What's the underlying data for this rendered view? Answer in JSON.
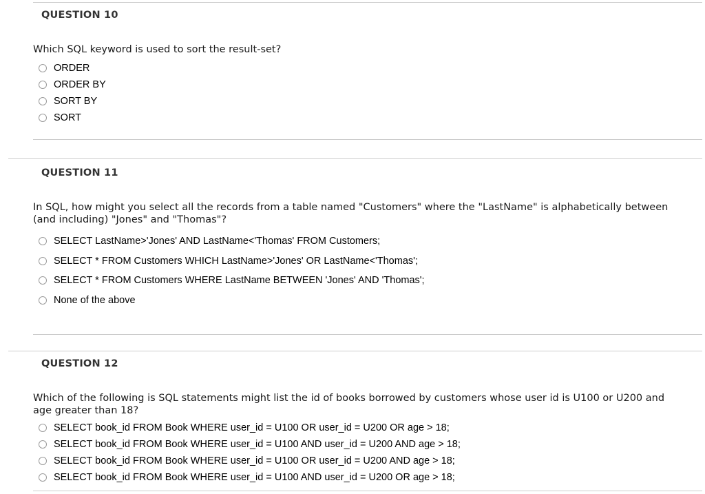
{
  "colors": {
    "background": "#ffffff",
    "divider": "#cccccc",
    "heading_text": "#333333",
    "body_text": "#1a1a1a",
    "option_text": "#000000",
    "radio_border": "#9a9a9a"
  },
  "questions": [
    {
      "heading": "QUESTION 10",
      "text": "Which SQL keyword is used to sort the result-set?",
      "options": [
        "ORDER",
        "ORDER BY",
        "SORT BY",
        "SORT"
      ]
    },
    {
      "heading": "QUESTION 11",
      "text": "In SQL, how might you select all the records from a table named \"Customers\" where the \"LastName\" is alphabetically between (and including) \"Jones\" and \"Thomas\"?",
      "options": [
        "SELECT LastName>'Jones' AND LastName<'Thomas' FROM Customers;",
        "SELECT * FROM Customers WHICH LastName>'Jones' OR LastName<'Thomas';",
        "SELECT * FROM Customers WHERE LastName BETWEEN 'Jones' AND 'Thomas';",
        "None of the above"
      ]
    },
    {
      "heading": "QUESTION 12",
      "text": "Which of the following is SQL statements might list the id of books borrowed by customers whose user id is U100 or U200 and age greater than 18?",
      "options": [
        "SELECT book_id FROM Book WHERE user_id = U100 OR user_id = U200 OR age > 18;",
        "SELECT book_id FROM Book WHERE user_id = U100 AND user_id = U200 AND age > 18;",
        "SELECT book_id FROM Book WHERE user_id = U100 OR user_id = U200 AND age > 18;",
        "SELECT book_id FROM Book WHERE user_id = U100 AND user_id = U200 OR age > 18;"
      ]
    }
  ]
}
